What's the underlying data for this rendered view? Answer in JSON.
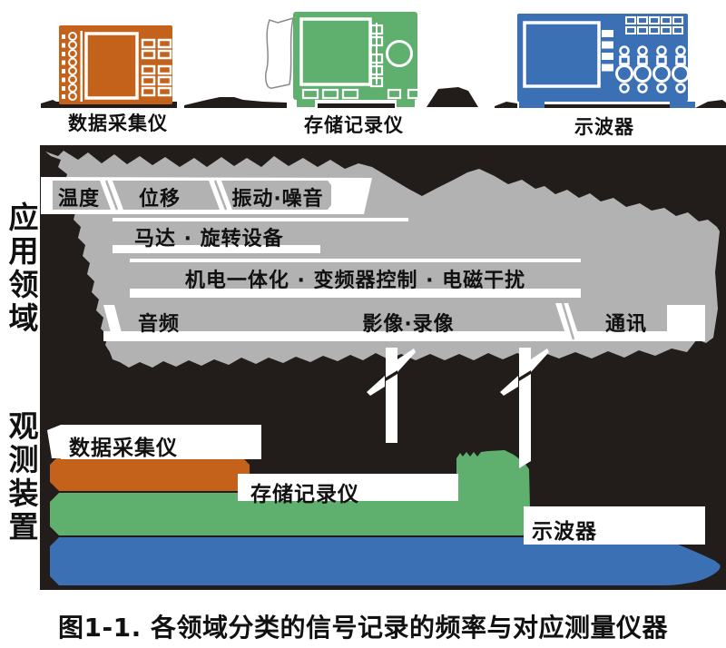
{
  "instruments": {
    "items": [
      {
        "label": "数据采集仪",
        "color": "#c4611b"
      },
      {
        "label": "存储记录仪",
        "color": "#5faf6e"
      },
      {
        "label": "示波器",
        "color": "#3c70b5"
      }
    ]
  },
  "application": {
    "side_label": "应用领域",
    "row1": {
      "seg1": "温度",
      "seg2": "位移",
      "seg3": "振动·噪音"
    },
    "row2": {
      "text": "马达 · 旋转设备"
    },
    "row3": {
      "text": "机电一体化 · 变频器控制 · 电磁干扰"
    },
    "row4": {
      "seg1": "音频",
      "seg2": "影像·录像",
      "seg3": "通讯"
    }
  },
  "observation": {
    "side_label": "观测装置",
    "bars": [
      {
        "label": "数据采集仪",
        "color": "#c4611b"
      },
      {
        "label": "存储记录仪",
        "color": "#5faf6e"
      },
      {
        "label": "示波器",
        "color": "#3c70b5"
      }
    ]
  },
  "caption": "图1-1. 各领域分类的信号记录的频率与对应测量仪器",
  "colors": {
    "orange": "#c4611b",
    "green": "#5faf6e",
    "blue": "#3c70b5",
    "blob_gray": "#b2b2b2",
    "panel_ink": "#221d1b",
    "white": "#ffffff"
  }
}
